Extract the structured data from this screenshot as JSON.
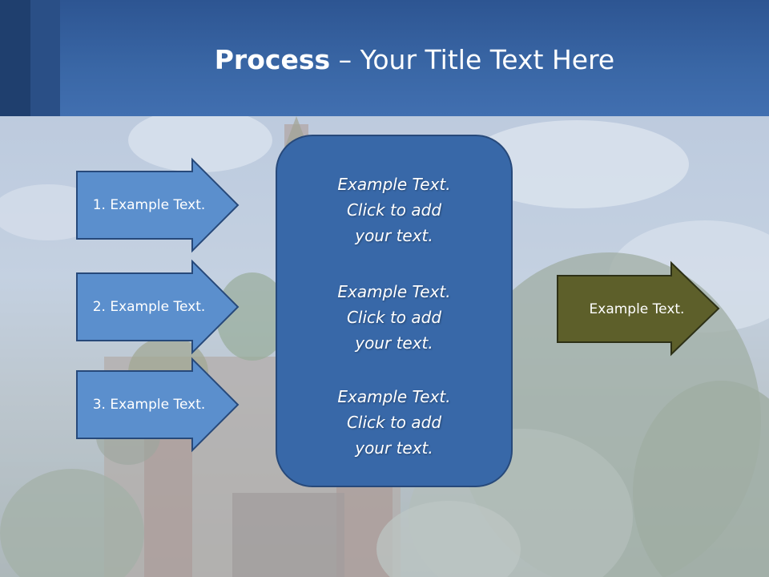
{
  "slide": {
    "title_bold": "Process",
    "title_rest": " – Your Title Text Here",
    "input_arrows": [
      {
        "label": "1. Example Text."
      },
      {
        "label": "2. Example Text."
      },
      {
        "label": "3. Example Text."
      }
    ],
    "center_blocks": [
      {
        "line1": "Example Text.",
        "line2": "Click  to add",
        "line3": "your text."
      },
      {
        "line1": "Example Text.",
        "line2": "Click  to add",
        "line3": "your text."
      },
      {
        "line1": "Example Text.",
        "line2": "Click  to add",
        "line3": "your text."
      }
    ],
    "output_arrow": {
      "label": "Example Text."
    }
  },
  "colors": {
    "header": "#3a67a6",
    "input_arrow_fill": "#5b8fcd",
    "input_arrow_stroke": "#27497a",
    "center_fill": "#3868a8",
    "output_arrow_fill": "#5d5f2a",
    "output_arrow_stroke": "#2d3016"
  }
}
